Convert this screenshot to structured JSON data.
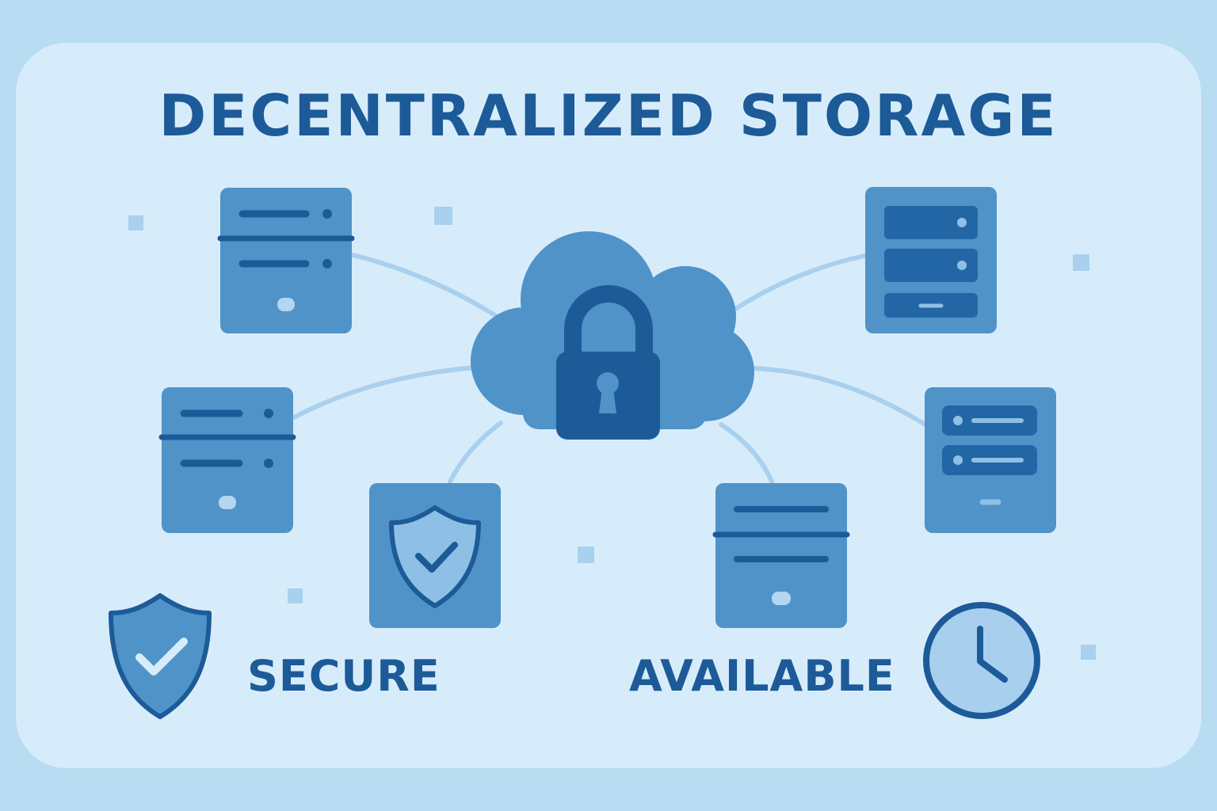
{
  "title": "DECENTRALIZED STORAGE",
  "features": {
    "secure": {
      "label": "SECURE",
      "icon": "shield-check-icon"
    },
    "available": {
      "label": "AVAILABLE",
      "icon": "clock-icon"
    }
  },
  "center": {
    "icon": "cloud-lock-icon"
  },
  "nodes": [
    {
      "icon": "server-icon"
    },
    {
      "icon": "server-icon"
    },
    {
      "icon": "shield-check-icon"
    },
    {
      "icon": "server-icon"
    },
    {
      "icon": "server-icon"
    },
    {
      "icon": "server-icon"
    }
  ],
  "colors": {
    "background": "#b8dcf2",
    "card": "#d7ecfa",
    "primary": "#1d5a98",
    "tile": "#4f93c9",
    "tile_dark": "#2366a5",
    "connector": "#a9d0ee"
  }
}
